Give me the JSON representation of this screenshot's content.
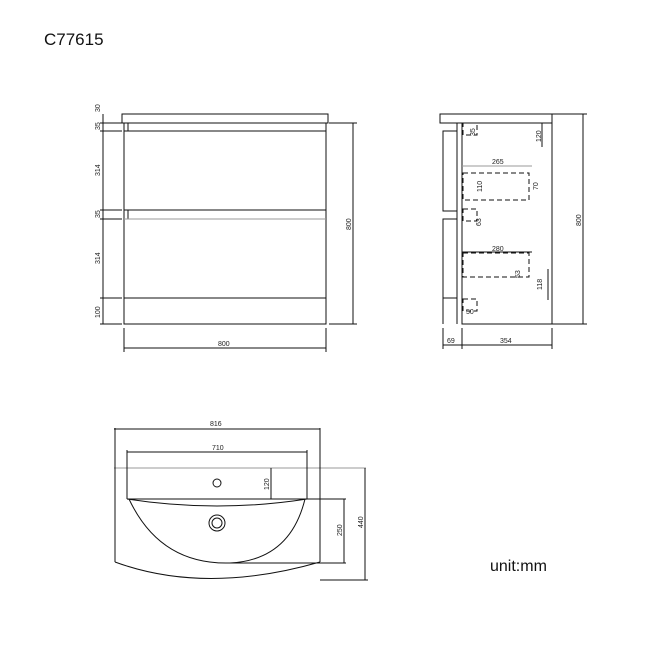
{
  "product_code": "C77615",
  "unit_label": "unit:mm",
  "front_view": {
    "top": "30",
    "rail1": "35",
    "drawer1": "314",
    "rail2": "35",
    "drawer2": "314",
    "plinth": "100",
    "height": "800",
    "width": "800"
  },
  "side_view": {
    "d1": "35",
    "d2": "120",
    "d3": "265",
    "d4": "110",
    "d5": "70",
    "d6": "63",
    "d7": "280",
    "d8": "53",
    "d9": "118",
    "d10": "50",
    "height": "800",
    "door": "69",
    "depth": "354"
  },
  "basin_view": {
    "outer_width": "816",
    "inner_width": "710",
    "deck": "120",
    "bowl": "250",
    "depth": "440"
  }
}
